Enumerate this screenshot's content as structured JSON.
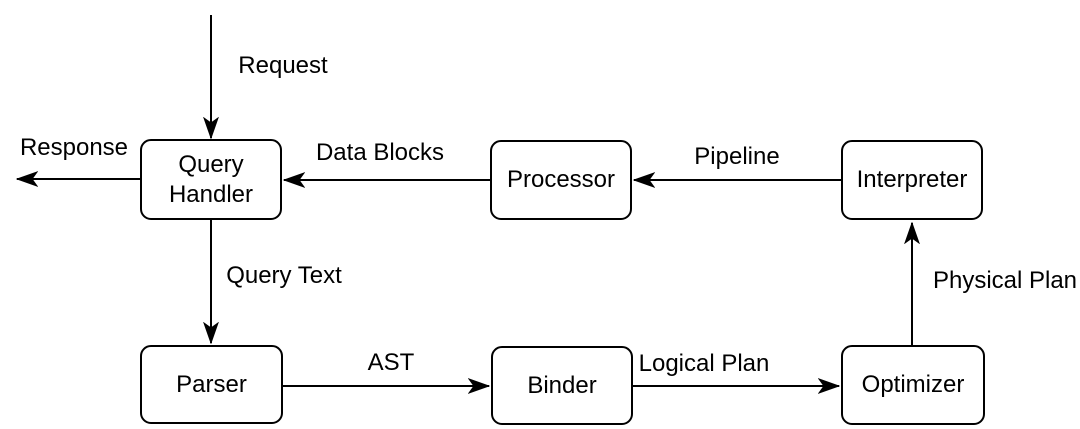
{
  "diagram": {
    "type": "flowchart",
    "background_color": "#ffffff",
    "stroke_color": "#000000",
    "nodes": {
      "query_handler": {
        "label": "Query\nHandler"
      },
      "processor": {
        "label": "Processor"
      },
      "interpreter": {
        "label": "Interpreter"
      },
      "parser": {
        "label": "Parser"
      },
      "binder": {
        "label": "Binder"
      },
      "optimizer": {
        "label": "Optimizer"
      }
    },
    "edges": {
      "request": {
        "label": "Request",
        "from": "external",
        "to": "query_handler",
        "direction": "down"
      },
      "response": {
        "label": "Response",
        "from": "query_handler",
        "to": "external",
        "direction": "left"
      },
      "data_blocks": {
        "label": "Data Blocks",
        "from": "processor",
        "to": "query_handler",
        "direction": "left"
      },
      "pipeline": {
        "label": "Pipeline",
        "from": "interpreter",
        "to": "processor",
        "direction": "left"
      },
      "query_text": {
        "label": "Query Text",
        "from": "query_handler",
        "to": "parser",
        "direction": "down"
      },
      "ast": {
        "label": "AST",
        "from": "parser",
        "to": "binder",
        "direction": "right"
      },
      "logical_plan": {
        "label": "Logical Plan",
        "from": "binder",
        "to": "optimizer",
        "direction": "right"
      },
      "physical_plan": {
        "label": "Physical Plan",
        "from": "optimizer",
        "to": "interpreter",
        "direction": "up"
      }
    }
  }
}
